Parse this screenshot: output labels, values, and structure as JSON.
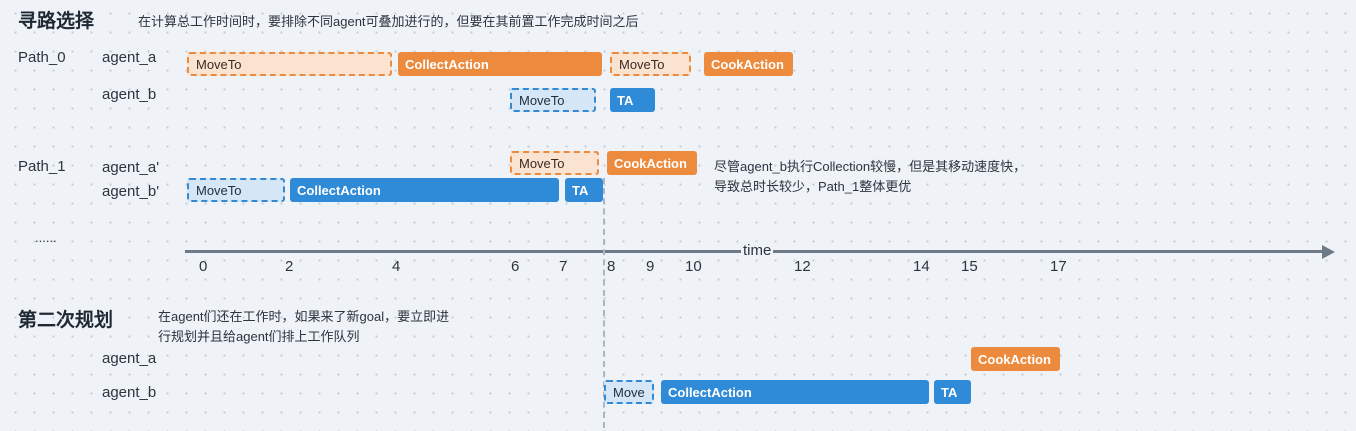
{
  "section1": {
    "title": "寻路选择",
    "note": "在计算总工作时间时，要排除不同agent可叠加进行的，但要在其前置工作完成时间之后"
  },
  "path0": {
    "label": "Path_0",
    "agent_a": "agent_a",
    "agent_b": "agent_b",
    "tasks_a": [
      "MoveTo",
      "CollectAction",
      "MoveTo",
      "CookAction"
    ],
    "tasks_b": [
      "MoveTo",
      "TA"
    ]
  },
  "path1": {
    "label": "Path_1",
    "agent_a": "agent_a'",
    "agent_b": "agent_b'",
    "tasks_a": [
      "MoveTo",
      "CookAction"
    ],
    "tasks_b": [
      "MoveTo",
      "CollectAction",
      "TA"
    ],
    "note": "尽管agent_b执行Collection较慢，但是其移动速度快，导致总时长较少，Path_1整体更优"
  },
  "ellipsis": "......",
  "axis": {
    "label": "time",
    "ticks": [
      "0",
      "2",
      "4",
      "6",
      "7",
      "8",
      "9",
      "10",
      "12",
      "14",
      "15",
      "17"
    ]
  },
  "section2": {
    "title": "第二次规划",
    "note": "在agent们还在工作时，如果来了新goal，要立即进行规划并且给agent们排上工作队列",
    "agent_a": "agent_a",
    "agent_b": "agent_b",
    "tasks_a": [
      "CookAction"
    ],
    "tasks_b": [
      "Move",
      "CollectAction",
      "TA"
    ]
  },
  "colors": {
    "orange": "#ec8a3d",
    "blue": "#2f8ad8",
    "orange_light": "#fbe3d2",
    "blue_light": "#d5e7f7",
    "axis": "#6e7a87"
  }
}
